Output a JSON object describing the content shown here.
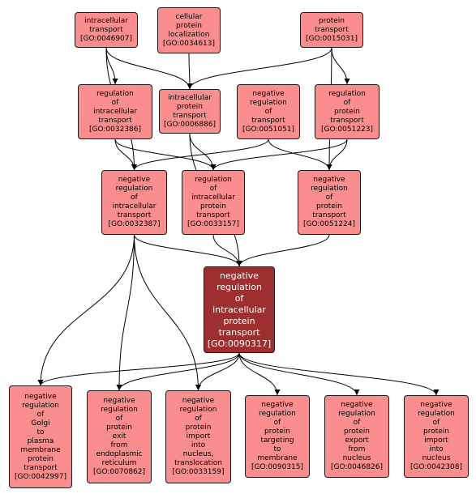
{
  "colors": {
    "term_fill": "#fa8e8e",
    "focus_fill": "#9e2f2f",
    "border": "#1a1a1a",
    "edge": "#000000"
  },
  "nodes": [
    {
      "id": "GO:0046907",
      "label": "intracellular\ntransport\n[GO:0046907]"
    },
    {
      "id": "GO:0034613",
      "label": "cellular\nprotein\nlocalization\n[GO:0034613]"
    },
    {
      "id": "GO:0015031",
      "label": "protein\ntransport\n[GO:0015031]"
    },
    {
      "id": "GO:0032386",
      "label": "regulation\nof\nintracellular\ntransport\n[GO:0032386]"
    },
    {
      "id": "GO:0006886",
      "label": "intracellular\nprotein\ntransport\n[GO:0006886]"
    },
    {
      "id": "GO:0051051",
      "label": "negative\nregulation\nof\ntransport\n[GO:0051051]"
    },
    {
      "id": "GO:0051223",
      "label": "regulation\nof\nprotein\ntransport\n[GO:0051223]"
    },
    {
      "id": "GO:0032387",
      "label": "negative\nregulation\nof\nintracellular\ntransport\n[GO:0032387]"
    },
    {
      "id": "GO:0033157",
      "label": "regulation\nof\nintracellular\nprotein\ntransport\n[GO:0033157]"
    },
    {
      "id": "GO:0051224",
      "label": "negative\nregulation\nof\nprotein\ntransport\n[GO:0051224]"
    },
    {
      "id": "GO:0090317",
      "label": "negative\nregulation\nof\nintracellular\nprotein\ntransport\n[GO:0090317]",
      "focus": true
    },
    {
      "id": "GO:0042997",
      "label": "negative\nregulation\nof\nGolgi\nto\nplasma\nmembrane\nprotein\ntransport\n[GO:0042997]"
    },
    {
      "id": "GO:0070862",
      "label": "negative\nregulation\nof\nprotein\nexit\nfrom\nendoplasmic\nreticulum\n[GO:0070862]"
    },
    {
      "id": "GO:0033159",
      "label": "negative\nregulation\nof\nprotein\nimport\ninto\nnucleus,\ntranslocation\n[GO:0033159]"
    },
    {
      "id": "GO:0090315",
      "label": "negative\nregulation\nof\nprotein\ntargeting\nto\nmembrane\n[GO:0090315]"
    },
    {
      "id": "GO:0046826",
      "label": "negative\nregulation\nof\nprotein\nexport\nfrom\nnucleus\n[GO:0046826]"
    },
    {
      "id": "GO:0042308",
      "label": "negative\nregulation\nof\nprotein\nimport\ninto\nnucleus\n[GO:0042308]"
    }
  ],
  "edges": [
    [
      "GO:0046907",
      "GO:0006886"
    ],
    [
      "GO:0046907",
      "GO:0032386"
    ],
    [
      "GO:0046907",
      "GO:0032387"
    ],
    [
      "GO:0034613",
      "GO:0006886"
    ],
    [
      "GO:0015031",
      "GO:0006886"
    ],
    [
      "GO:0015031",
      "GO:0051223"
    ],
    [
      "GO:0015031",
      "GO:0051224"
    ],
    [
      "GO:0032386",
      "GO:0032387"
    ],
    [
      "GO:0032386",
      "GO:0033157"
    ],
    [
      "GO:0006886",
      "GO:0033157"
    ],
    [
      "GO:0006886",
      "GO:0090317"
    ],
    [
      "GO:0051051",
      "GO:0032387"
    ],
    [
      "GO:0051051",
      "GO:0051224"
    ],
    [
      "GO:0051223",
      "GO:0033157"
    ],
    [
      "GO:0051223",
      "GO:0051224"
    ],
    [
      "GO:0032387",
      "GO:0090317"
    ],
    [
      "GO:0033157",
      "GO:0090317"
    ],
    [
      "GO:0051224",
      "GO:0090317"
    ],
    [
      "GO:0032387",
      "GO:0042997"
    ],
    [
      "GO:0032387",
      "GO:0070862"
    ],
    [
      "GO:0032387",
      "GO:0033159"
    ],
    [
      "GO:0090317",
      "GO:0042997"
    ],
    [
      "GO:0090317",
      "GO:0070862"
    ],
    [
      "GO:0090317",
      "GO:0033159"
    ],
    [
      "GO:0090317",
      "GO:0090315"
    ],
    [
      "GO:0090317",
      "GO:0046826"
    ],
    [
      "GO:0090317",
      "GO:0042308"
    ]
  ]
}
